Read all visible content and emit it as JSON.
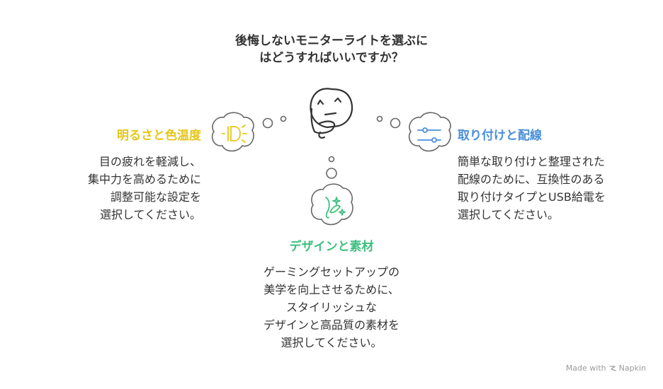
{
  "question": {
    "line1": "後悔しないモニターライトを選ぶに",
    "line2": "はどうすればいいですか？"
  },
  "left": {
    "heading": "明るさと色温度",
    "lines": [
      "目の疲れを軽減し、",
      "集中力を高めるために",
      "調整可能な設定を",
      "選択してください。"
    ],
    "color": "#e6c619",
    "icon": "sun-bulb-icon"
  },
  "right": {
    "heading": "取り付けと配線",
    "lines": [
      "簡単な取り付けと整理された",
      "配線のために、互換性のある",
      "取り付けタイプとUSB給電を",
      "選択してください。"
    ],
    "color": "#4a8fd9",
    "icon": "sliders-icon"
  },
  "bottom": {
    "heading": "デザインと素材",
    "lines": [
      "ゲーミングセットアップの",
      "美学を向上させるために、",
      "スタイリッシュな",
      "デザインと高品質の素材を",
      "選択してください。"
    ],
    "color": "#3fbf7f",
    "icon": "sparkle-brush-icon"
  },
  "center": {
    "icon": "thinking-face-icon"
  },
  "footer": {
    "made_with": "Made with",
    "brand": "Napkin"
  }
}
